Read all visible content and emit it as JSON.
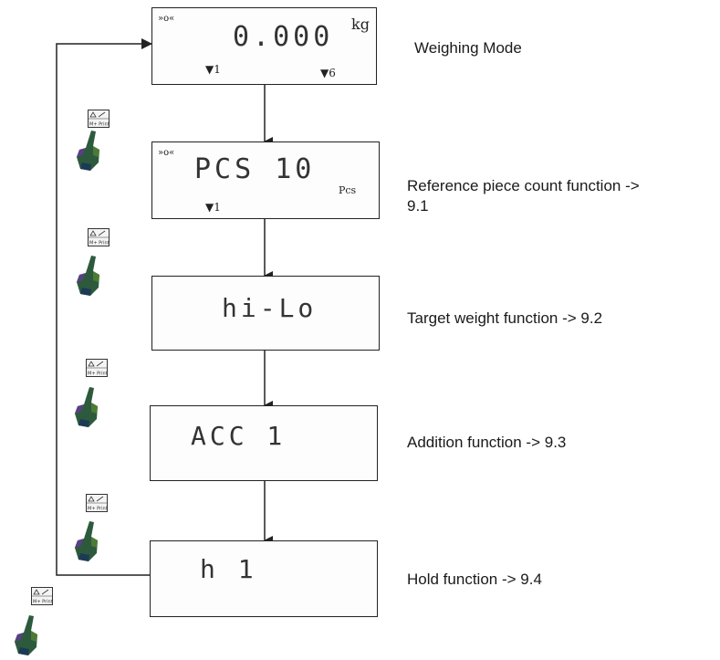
{
  "displays": [
    {
      "main": "0.000",
      "unit": "kg",
      "stable_mark": "»o«",
      "markers": [
        "▼1",
        "▼6"
      ]
    },
    {
      "main": "PCS 10",
      "unit": "Pcs",
      "stable_mark": "»o«",
      "markers": [
        "▼1"
      ]
    },
    {
      "main": "hi-Lo"
    },
    {
      "main": "ACC 1"
    },
    {
      "main": "h 1"
    }
  ],
  "labels": {
    "weighing": "Weighing Mode",
    "reference_line1": "Reference piece count function ->",
    "reference_line2": "9.1",
    "target": "Target weight function -> 9.2",
    "addition": "Addition function -> 9.3",
    "hold": "Hold function -> 9.4"
  },
  "key": {
    "top": "M/",
    "bottom": "M+ Print"
  },
  "icons": [
    "mode-key-icon",
    "pointing-hand-icon",
    "arrow-down-icon"
  ],
  "colors": {
    "line": "#222222",
    "hand_dark": "#1f4a3a",
    "hand_mid": "#3c6b2f",
    "hand_accent": "#6a3d8a"
  }
}
